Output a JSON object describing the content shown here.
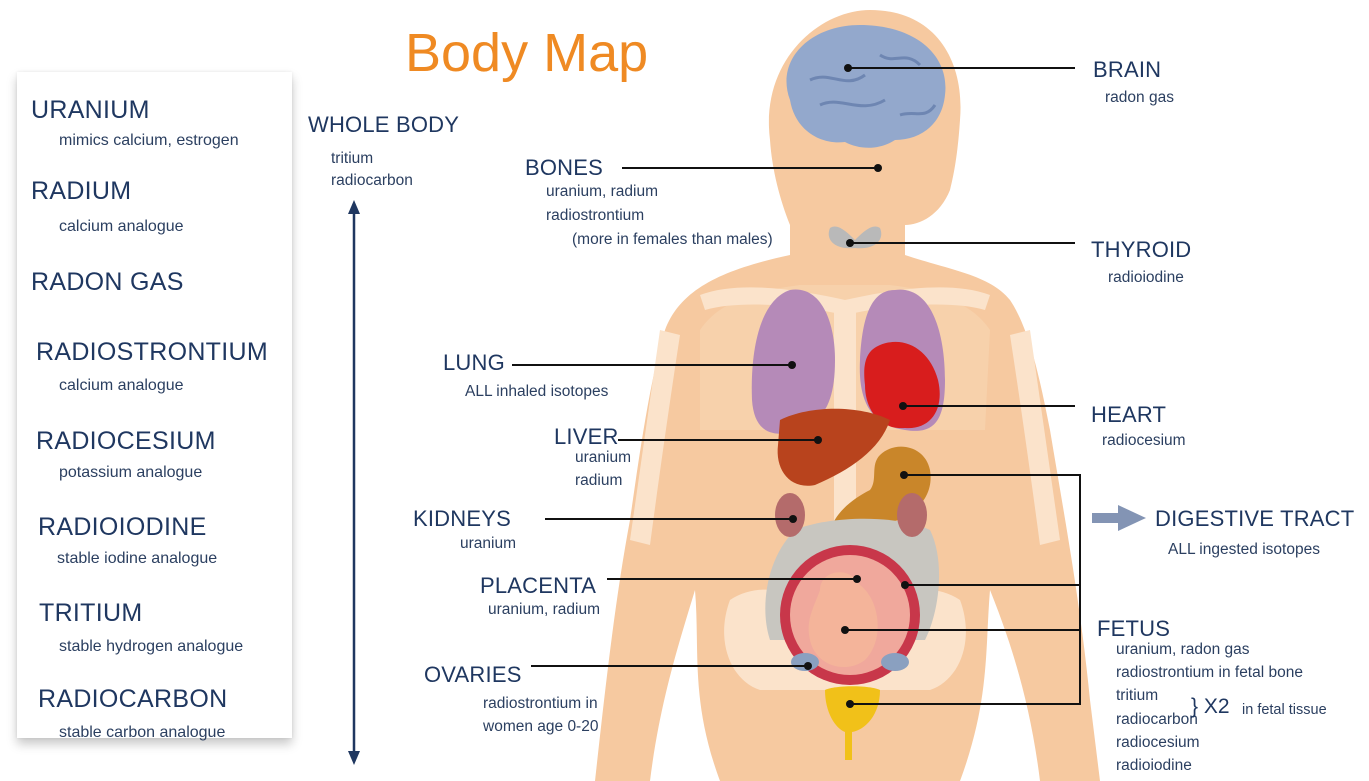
{
  "title": "Body Map",
  "isotopes": [
    {
      "name": "URANIUM",
      "desc": "mimics calcium, estrogen"
    },
    {
      "name": "RADIUM",
      "desc": "calcium analogue"
    },
    {
      "name": "RADON GAS",
      "desc": ""
    },
    {
      "name": "RADIOSTRONTIUM",
      "desc": "calcium analogue"
    },
    {
      "name": "RADIOCESIUM",
      "desc": "potassium analogue"
    },
    {
      "name": "RADIOIODINE",
      "desc": "stable iodine analogue"
    },
    {
      "name": "TRITIUM",
      "desc": "stable hydrogen analogue"
    },
    {
      "name": "RADIOCARBON",
      "desc": "stable carbon analogue"
    }
  ],
  "whole_body": {
    "label": "WHOLE BODY",
    "line1": "tritium",
    "line2": "radiocarbon"
  },
  "organs": {
    "brain": {
      "label": "BRAIN",
      "detail": "radon gas"
    },
    "bones": {
      "label": "BONES",
      "line1": "uranium, radium",
      "line2": "radiostrontium",
      "line3": "(more in females than males)"
    },
    "thyroid": {
      "label": "THYROID",
      "detail": "radioiodine"
    },
    "lung": {
      "label": "LUNG",
      "detail": "ALL inhaled isotopes"
    },
    "heart": {
      "label": "HEART",
      "detail": "radiocesium"
    },
    "liver": {
      "label": "LIVER",
      "line1": "uranium",
      "line2": "radium"
    },
    "kidneys": {
      "label": "KIDNEYS",
      "detail": "uranium"
    },
    "digestive": {
      "label": "DIGESTIVE TRACT",
      "detail": "ALL ingested isotopes"
    },
    "placenta": {
      "label": "PLACENTA",
      "detail": "uranium, radium"
    },
    "fetus": {
      "label": "FETUS",
      "line1": "uranium, radon gas",
      "line2": "radiostrontium in fetal bone",
      "line3": "tritium",
      "line4": "radiocarbon",
      "line5": "radiocesium",
      "line6": "radioiodine",
      "multiplier": "} X2",
      "multiplier_note": "in fetal tissue"
    },
    "ovaries": {
      "label": "OVARIES",
      "line1": "radiostrontium in",
      "line2": "women age 0-20"
    }
  },
  "colors": {
    "title": "#ef8a23",
    "text": "#1f3760",
    "skin": "#f6c9a0",
    "bone": "#fbe3cb",
    "lung": "#b58ab8",
    "heart": "#d81d1d",
    "liver": "#b8431d",
    "stomach": "#c9862a",
    "brain": "#93a8cc",
    "arrow": "#8394b4"
  }
}
